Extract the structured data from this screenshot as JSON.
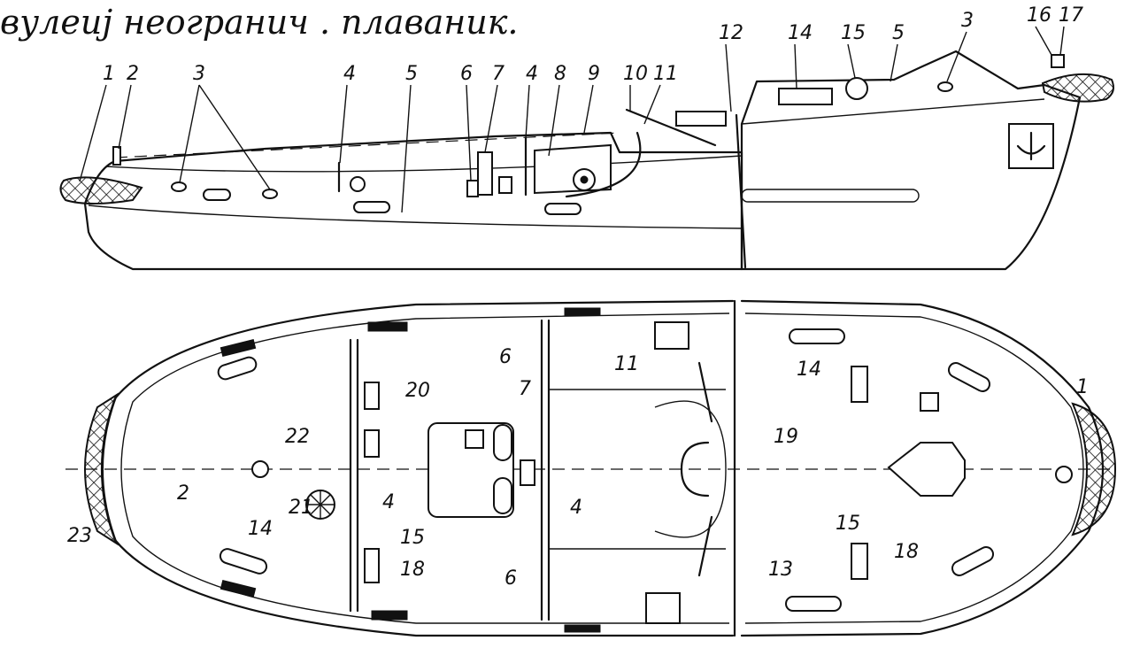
{
  "heading": "вулеиј неогранич . плаваник.",
  "side_view": {
    "callouts": [
      {
        "id": "sv-1",
        "text": "1"
      },
      {
        "id": "sv-2",
        "text": "2"
      },
      {
        "id": "sv-3a",
        "text": "3"
      },
      {
        "id": "sv-4a",
        "text": "4"
      },
      {
        "id": "sv-5a",
        "text": "5"
      },
      {
        "id": "sv-6",
        "text": "6"
      },
      {
        "id": "sv-7",
        "text": "7"
      },
      {
        "id": "sv-4b",
        "text": "4"
      },
      {
        "id": "sv-8",
        "text": "8"
      },
      {
        "id": "sv-9",
        "text": "9"
      },
      {
        "id": "sv-10",
        "text": "10"
      },
      {
        "id": "sv-11",
        "text": "11"
      },
      {
        "id": "sv-12",
        "text": "12"
      },
      {
        "id": "sv-14",
        "text": "14"
      },
      {
        "id": "sv-15",
        "text": "15"
      },
      {
        "id": "sv-5b",
        "text": "5"
      },
      {
        "id": "sv-3b",
        "text": "3"
      },
      {
        "id": "sv-16",
        "text": "16"
      },
      {
        "id": "sv-17",
        "text": "17"
      }
    ]
  },
  "plan_view": {
    "callouts": [
      {
        "id": "pv-6a",
        "text": "6"
      },
      {
        "id": "pv-11",
        "text": "11"
      },
      {
        "id": "pv-14a",
        "text": "14"
      },
      {
        "id": "pv-1",
        "text": "1"
      },
      {
        "id": "pv-20",
        "text": "20"
      },
      {
        "id": "pv-7",
        "text": "7"
      },
      {
        "id": "pv-22",
        "text": "22"
      },
      {
        "id": "pv-19",
        "text": "19"
      },
      {
        "id": "pv-2",
        "text": "2"
      },
      {
        "id": "pv-21",
        "text": "21"
      },
      {
        "id": "pv-4a",
        "text": "4"
      },
      {
        "id": "pv-4b",
        "text": "4"
      },
      {
        "id": "pv-23",
        "text": "23"
      },
      {
        "id": "pv-14b",
        "text": "14"
      },
      {
        "id": "pv-15a",
        "text": "15"
      },
      {
        "id": "pv-18a",
        "text": "18"
      },
      {
        "id": "pv-15b",
        "text": "15"
      },
      {
        "id": "pv-18b",
        "text": "18"
      },
      {
        "id": "pv-13",
        "text": "13"
      },
      {
        "id": "pv-6b",
        "text": "6"
      }
    ]
  }
}
